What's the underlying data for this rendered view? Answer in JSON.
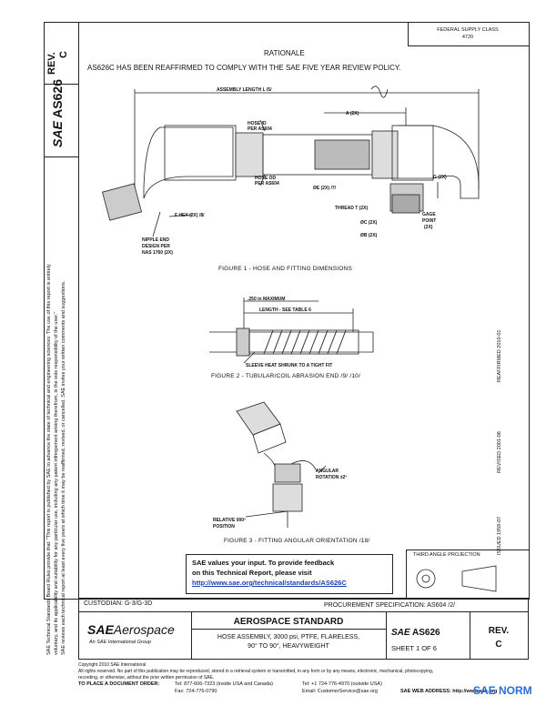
{
  "sidebar": {
    "rev_label": "REV.",
    "rev_value": "C",
    "doc_number": "AS626",
    "sae_mark": "SAE",
    "legal_text_1": "SAE Technical Standards Board Rules provide that: \"This report is published by SAE to advance the state of technical and engineering sciences. The use of this report is entirely",
    "legal_text_2": "voluntary, and its applicability and suitability for any particular use, including any patent infringement arising therefrom, is the sole responsibility of the user.\"",
    "legal_text_3": "SAE reviews each technical report at least every five years at which time it may be reaffirmed, revised, or cancelled. SAE invites your written comments and suggestions.",
    "issued": "ISSUED 1959-07",
    "revised": "REVISED 2001-06",
    "reaffirmed": "REAFFIRMED 2010-01"
  },
  "header": {
    "fed_sup_line1": "FEDERAL SUPPLY CLASS",
    "fed_sup_line2": "4720",
    "rationale_title": "RATIONALE",
    "rationale_text": "AS626C HAS BEEN REAFFIRMED TO COMPLY WITH THE SAE FIVE YEAR REVIEW POLICY."
  },
  "figure1": {
    "assembly_length": "ASSEMBLY LENGTH L /5/",
    "a_dim": "A (2X)",
    "hose_id": "HOSE ID",
    "hose_id_2": "PER AS604",
    "hose_od": "HOSE OD",
    "hose_od_2": "PER AS604",
    "e_dim": "ØE (2X) /7/",
    "g_dim": "G (2X)",
    "thread": "THREAD T (2X)",
    "c_dim": "ØC (2X)",
    "b_dim": "ØB (2X)",
    "gage1": "GAGE",
    "gage2": "POINT",
    "gage3": "(2X)",
    "fhex": "F HEX (2X) /8/",
    "nipple1": "NIPPLE END",
    "nipple2": "DESIGN PER",
    "nipple3": "NAS 1760 (2X)",
    "caption": "FIGURE 1 - HOSE AND FITTING DIMENSIONS"
  },
  "figure2": {
    "max_label": ".250 in MAXIMUM",
    "length_label": "LENGTH - SEE TABLE 6",
    "sleeve_label": "SLEEVE HEAT SHRUNK TO A TIGHT FIT",
    "caption": "FIGURE 2 - TUBULAR/COIL ABRASION END /9/ /10/"
  },
  "figure3": {
    "angular1": "ANGULAR",
    "angular2": "ROTATION ±2º",
    "relative1": "RELATIVE 000º",
    "relative2": "POSITION",
    "caption": "FIGURE 3 - FITTING ANGULAR ORIENTATION /18/"
  },
  "feedback": {
    "line1": "SAE values your input. To provide feedback",
    "line2": "on this Technical Report, please visit",
    "link": "http://www.sae.org/technical/standards/AS626C"
  },
  "projection": {
    "title": "THIRD ANGLE PROJECTION"
  },
  "footer": {
    "custodian": "CUSTODIAN: G-3/G-3D",
    "procurement": "PROCUREMENT SPECIFICATION: AS604 /2/",
    "logo_sae": "SAE",
    "logo_aero": "Aerospace",
    "logo_sub": "An SAE International Group",
    "standard_title": "AEROSPACE STANDARD",
    "desc1": "HOSE ASSEMBLY, 3000 psi, PTFE, FLARELESS,",
    "desc2": "90° TO 90°, HEAVYWEIGHT",
    "doc_mark": "SAE",
    "doc_num": "AS626",
    "sheet": "SHEET 1 OF 6",
    "rev_label": "REV.",
    "rev_value": "C"
  },
  "copyright": {
    "line1": "Copyright 2010 SAE International",
    "line2": "All rights reserved. No part of this publication may be reproduced, stored in a retrieval system or transmitted, in any form or by any means, electronic, mechanical, photocopying,",
    "line3": "recording, or otherwise, without the prior written permission of SAE.",
    "order": "TO PLACE A DOCUMENT ORDER:",
    "tel1": "Tel: 877-606-7323 (inside USA and Canada)",
    "tel2": "Tel: +1 724-776-4970 (outside USA)",
    "fax": "Fax: 724-776-0790",
    "email": "Email: CustomerService@sae.org",
    "web": "SAE WEB ADDRESS: http://www.sae.org"
  },
  "watermark": {
    "text": "SAE NORM"
  }
}
